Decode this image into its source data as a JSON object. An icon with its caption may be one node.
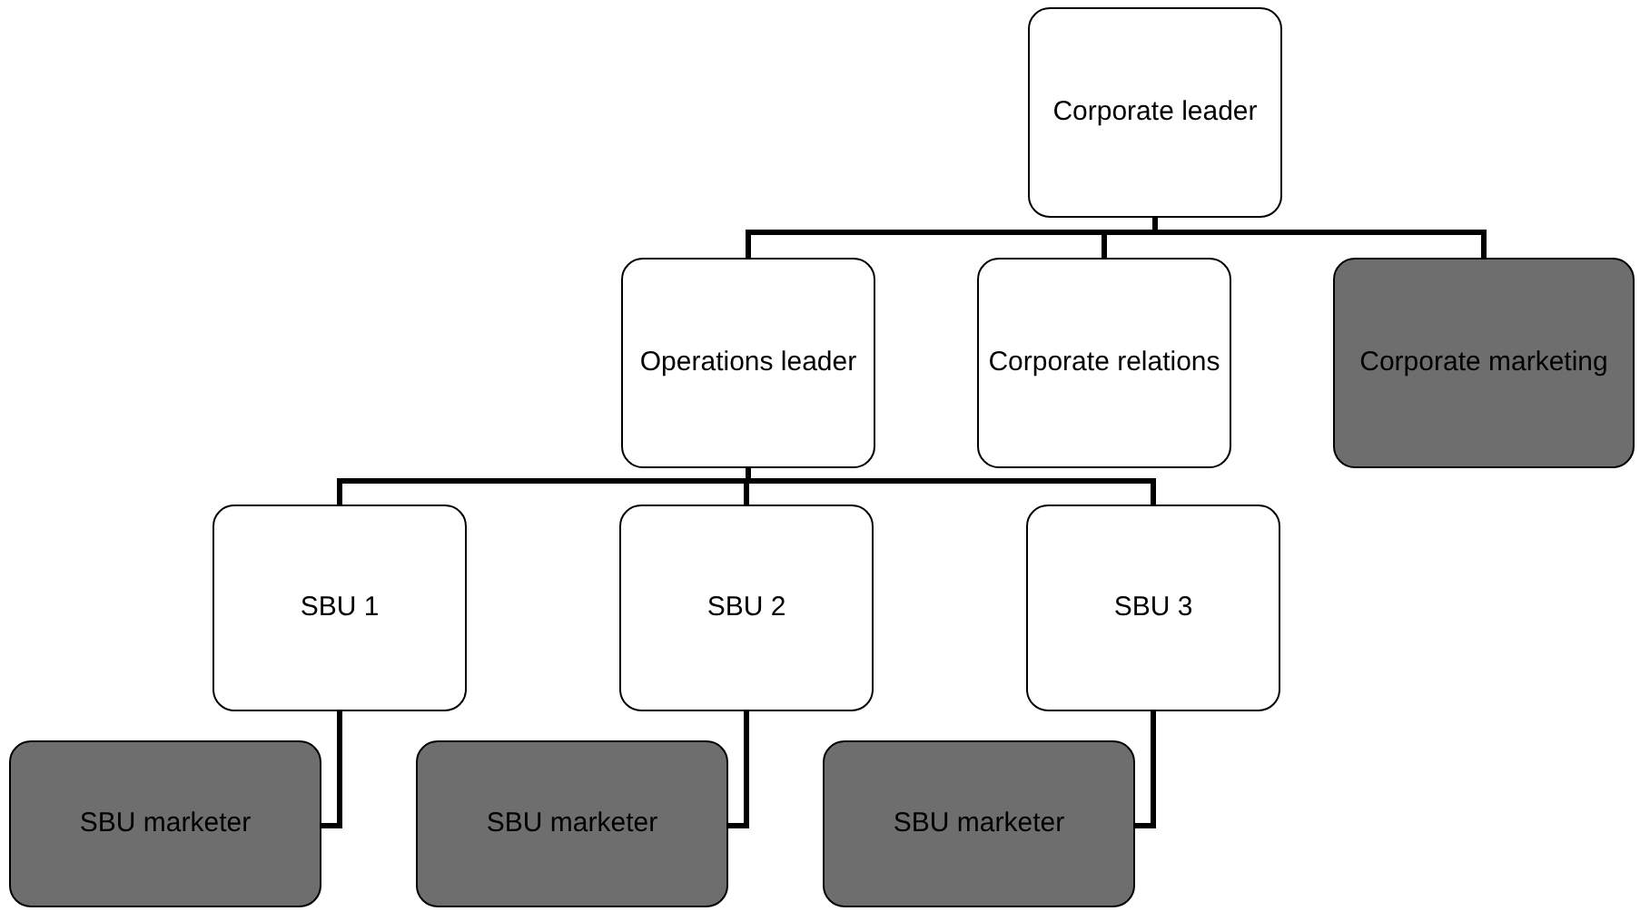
{
  "diagram": {
    "nodes": [
      {
        "text": [
          "Corporate leader"
        ]
      },
      {
        "text": [
          "Operations leader"
        ]
      },
      {
        "text": [
          "Corporate relations"
        ]
      },
      {
        "text": [
          "Corporate marketing"
        ]
      },
      {
        "text": [
          "SBU 1"
        ]
      },
      {
        "text": [
          "SBU 2"
        ]
      },
      {
        "text": [
          "SBU 3"
        ]
      },
      {
        "text": [
          "SBU marketer"
        ]
      },
      {
        "text": [
          "SBU marketer"
        ]
      },
      {
        "text": [
          "SBU marketer"
        ]
      }
    ],
    "edges": [
      {
        "from": 0,
        "to": 1,
        "arrow": "none"
      },
      {
        "from": 0,
        "to": 2,
        "arrow": "none"
      },
      {
        "from": 0,
        "to": 3,
        "arrow": "none"
      },
      {
        "from": 1,
        "to": 4,
        "arrow": "none"
      },
      {
        "from": 1,
        "to": 5,
        "arrow": "none"
      },
      {
        "from": 1,
        "to": 6,
        "arrow": "none"
      },
      {
        "from": 4,
        "to": 7,
        "arrow": "none"
      },
      {
        "from": 5,
        "to": 8,
        "arrow": "none"
      },
      {
        "from": 6,
        "to": 9,
        "arrow": "none"
      }
    ]
  }
}
